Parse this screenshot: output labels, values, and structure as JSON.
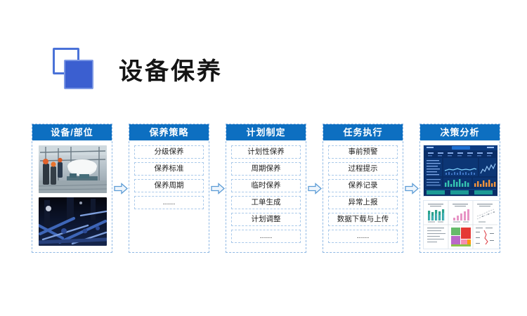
{
  "header": {
    "title": "设备保养",
    "logo": {
      "name": "two-overlapping-squares-logo",
      "outline_color": "#4a72d8",
      "fill_color": "#3b5fd0"
    }
  },
  "flow": {
    "header_bg": "#0d6fc1",
    "border_color": "#8fb8e4",
    "arrow": {
      "name": "right-block-arrow",
      "stroke": "#5b9bd5",
      "fill": "#eef5fc"
    },
    "columns": [
      {
        "header": "设备/部位",
        "images": [
          {
            "name": "industrial-plant-workers-photo"
          },
          {
            "name": "night-blue-piping-photo"
          }
        ]
      },
      {
        "header": "保养策略",
        "items": [
          "分级保养",
          "保养标准",
          "保养周期",
          "......"
        ]
      },
      {
        "header": "计划制定",
        "items": [
          "计划性保养",
          "周期保养",
          "临时保养",
          "工单生成",
          "计划调整",
          "......"
        ]
      },
      {
        "header": "任务执行",
        "items": [
          "事前预警",
          "过程提示",
          "保养记录",
          "异常上报",
          "数据下载与上传",
          "......"
        ]
      },
      {
        "header": "决策分析",
        "images": [
          {
            "name": "bi-dashboard-dark-screenshot"
          },
          {
            "name": "report-charts-grid-screenshot"
          }
        ]
      }
    ]
  }
}
